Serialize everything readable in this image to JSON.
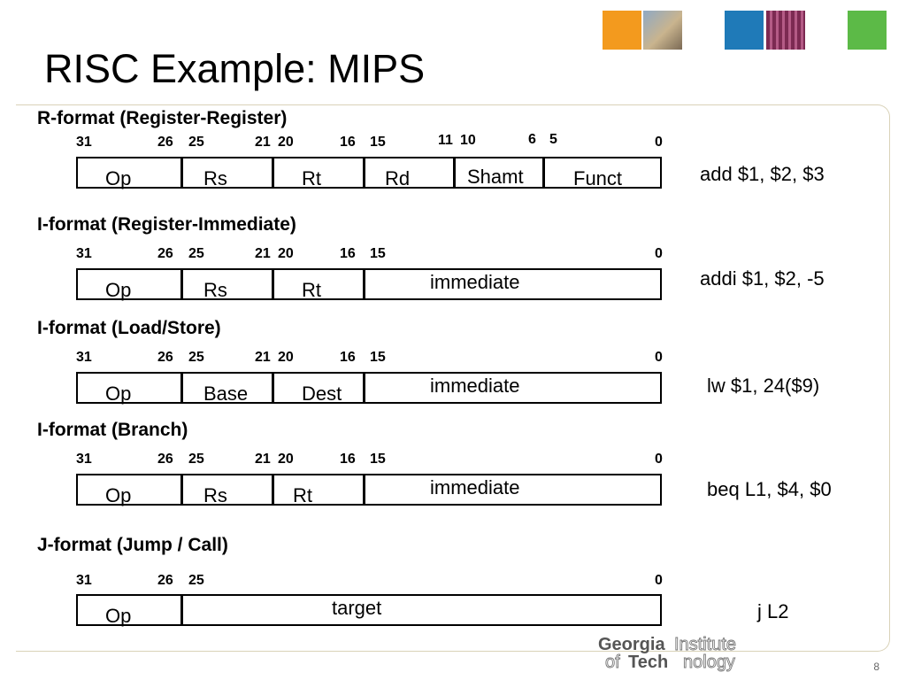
{
  "title": "RISC Example: MIPS",
  "colors": {
    "orange": "#f39a1e",
    "blue": "#1f7ab8",
    "green": "#5cba47"
  },
  "formats": [
    {
      "name": "R-format (Register-Register)",
      "bits": [
        "31",
        "26",
        "25",
        "21",
        "20",
        "16",
        "15",
        "11",
        "10",
        "6",
        "5",
        "0"
      ],
      "fields": [
        "Op",
        "Rs",
        "Rt",
        "Rd",
        "Shamt",
        "Funct"
      ],
      "example": "add $1, $2, $3"
    },
    {
      "name": "I-format (Register-Immediate)",
      "bits": [
        "31",
        "26",
        "25",
        "21",
        "20",
        "16",
        "15",
        "0"
      ],
      "fields": [
        "Op",
        "Rs",
        "Rt",
        "immediate"
      ],
      "example": "addi $1, $2, -5"
    },
    {
      "name": "I-format (Load/Store)",
      "bits": [
        "31",
        "26",
        "25",
        "21",
        "20",
        "16",
        "15",
        "0"
      ],
      "fields": [
        "Op",
        "Base",
        "Dest",
        "immediate"
      ],
      "example": "lw $1, 24($9)"
    },
    {
      "name": "I-format (Branch)",
      "bits": [
        "31",
        "26",
        "25",
        "21",
        "20",
        "16",
        "15",
        "0"
      ],
      "fields": [
        "Op",
        "Rs",
        "Rt",
        "immediate"
      ],
      "example": "beq L1, $4, $0"
    },
    {
      "name": "J-format (Jump / Call)",
      "bits": [
        "31",
        "26",
        "25",
        "0"
      ],
      "fields": [
        "Op",
        "target"
      ],
      "example": "j  L2"
    }
  ],
  "logo": {
    "line1a": "Georgia",
    "line1b": "Institute",
    "line2a": "of ",
    "line2b": "Tech",
    "line2c": "nology"
  },
  "page_number": "8"
}
